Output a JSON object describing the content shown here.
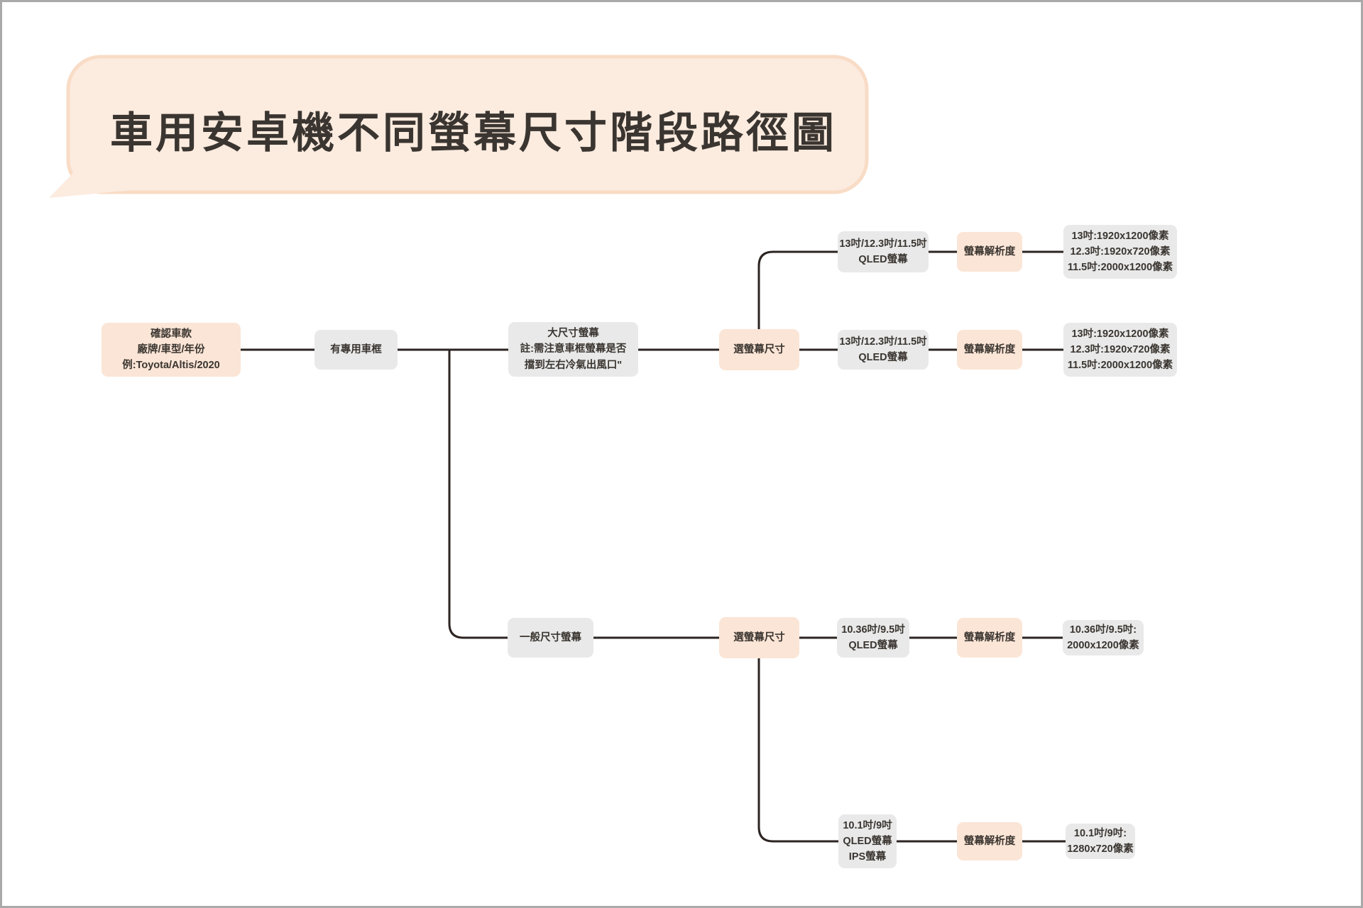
{
  "title": "車用安卓機不同螢幕尺寸階段路徑圖",
  "colors": {
    "background": "#ffffff",
    "canvas_border": "#a9a9a9",
    "bubble_fill": "#fcebdf",
    "bubble_border": "#f9dcc6",
    "peach_fill": "#fbe5d6",
    "gray_fill": "#e9e9e9",
    "line": "#2b2421",
    "text": "#3a3530"
  },
  "nodes": {
    "confirm_car": "確認車款\n廠牌/車型/年份\n例:Toyota/Altis/2020",
    "has_frame": "有專用車框",
    "large_screen": "大尺寸螢幕\n註:需注意車框螢幕是否\n擋到左右冷氣出風口\"",
    "choose_size_top": "選螢幕尺寸",
    "qled_13_top": "13吋/12.3吋/11.5吋\nQLED螢幕",
    "resolution_label_top": "螢幕解析度",
    "res_13_top": "13吋:1920x1200像素\n12.3吋:1920x720像素\n11.5吋:2000x1200像素",
    "qled_13_mid": "13吋/12.3吋/11.5吋\nQLED螢幕",
    "resolution_label_mid": "螢幕解析度",
    "res_13_mid": "13吋:1920x1200像素\n12.3吋:1920x720像素\n11.5吋:2000x1200像素",
    "normal_screen": "一般尺寸螢幕",
    "choose_size_bottom": "選螢幕尺寸",
    "qled_1036": "10.36吋/9.5吋\nQLED螢幕",
    "resolution_label_row3": "螢幕解析度",
    "res_1036": "10.36吋/9.5吋:\n2000x1200像素",
    "qled_101": "10.1吋/9吋\nQLED螢幕\nIPS螢幕",
    "resolution_label_row4": "螢幕解析度",
    "res_101": "10.1吋/9吋:\n1280x720像素"
  }
}
